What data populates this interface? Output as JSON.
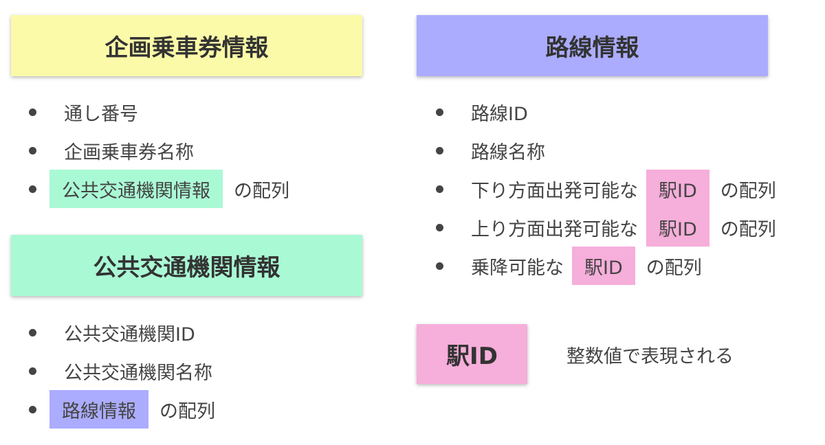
{
  "colors": {
    "ticket_bg": "#FBFAA8",
    "transit_bg": "#AAF9D5",
    "route_bg": "#ABACFD",
    "station_bg": "#F6AEDA"
  },
  "ticket_box": {
    "title": "企画乗車券情報"
  },
  "ticket_list": {
    "item1": "通し番号",
    "item2": "企画乗車券名称",
    "item3_tag": "公共交通機関情報",
    "item3_suffix": "の配列"
  },
  "transit_box": {
    "title": "公共交通機関情報"
  },
  "transit_list": {
    "item1": "公共交通機関ID",
    "item2": "公共交通機関名称",
    "item3_tag": "路線情報",
    "item3_suffix": "の配列"
  },
  "route_box": {
    "title": "路線情報"
  },
  "route_list": {
    "item1": "路線ID",
    "item2": "路線名称",
    "item3_prefix": "下り方面出発可能な",
    "item3_tag": "駅ID",
    "item3_suffix": "の配列",
    "item4_prefix": "上り方面出発可能な",
    "item4_tag": "駅ID",
    "item4_suffix": "の配列",
    "item5_prefix": "乗降可能な",
    "item5_tag": "駅ID",
    "item5_suffix": "の配列"
  },
  "station_box": {
    "title": "駅ID",
    "description": "整数値で表現される"
  }
}
